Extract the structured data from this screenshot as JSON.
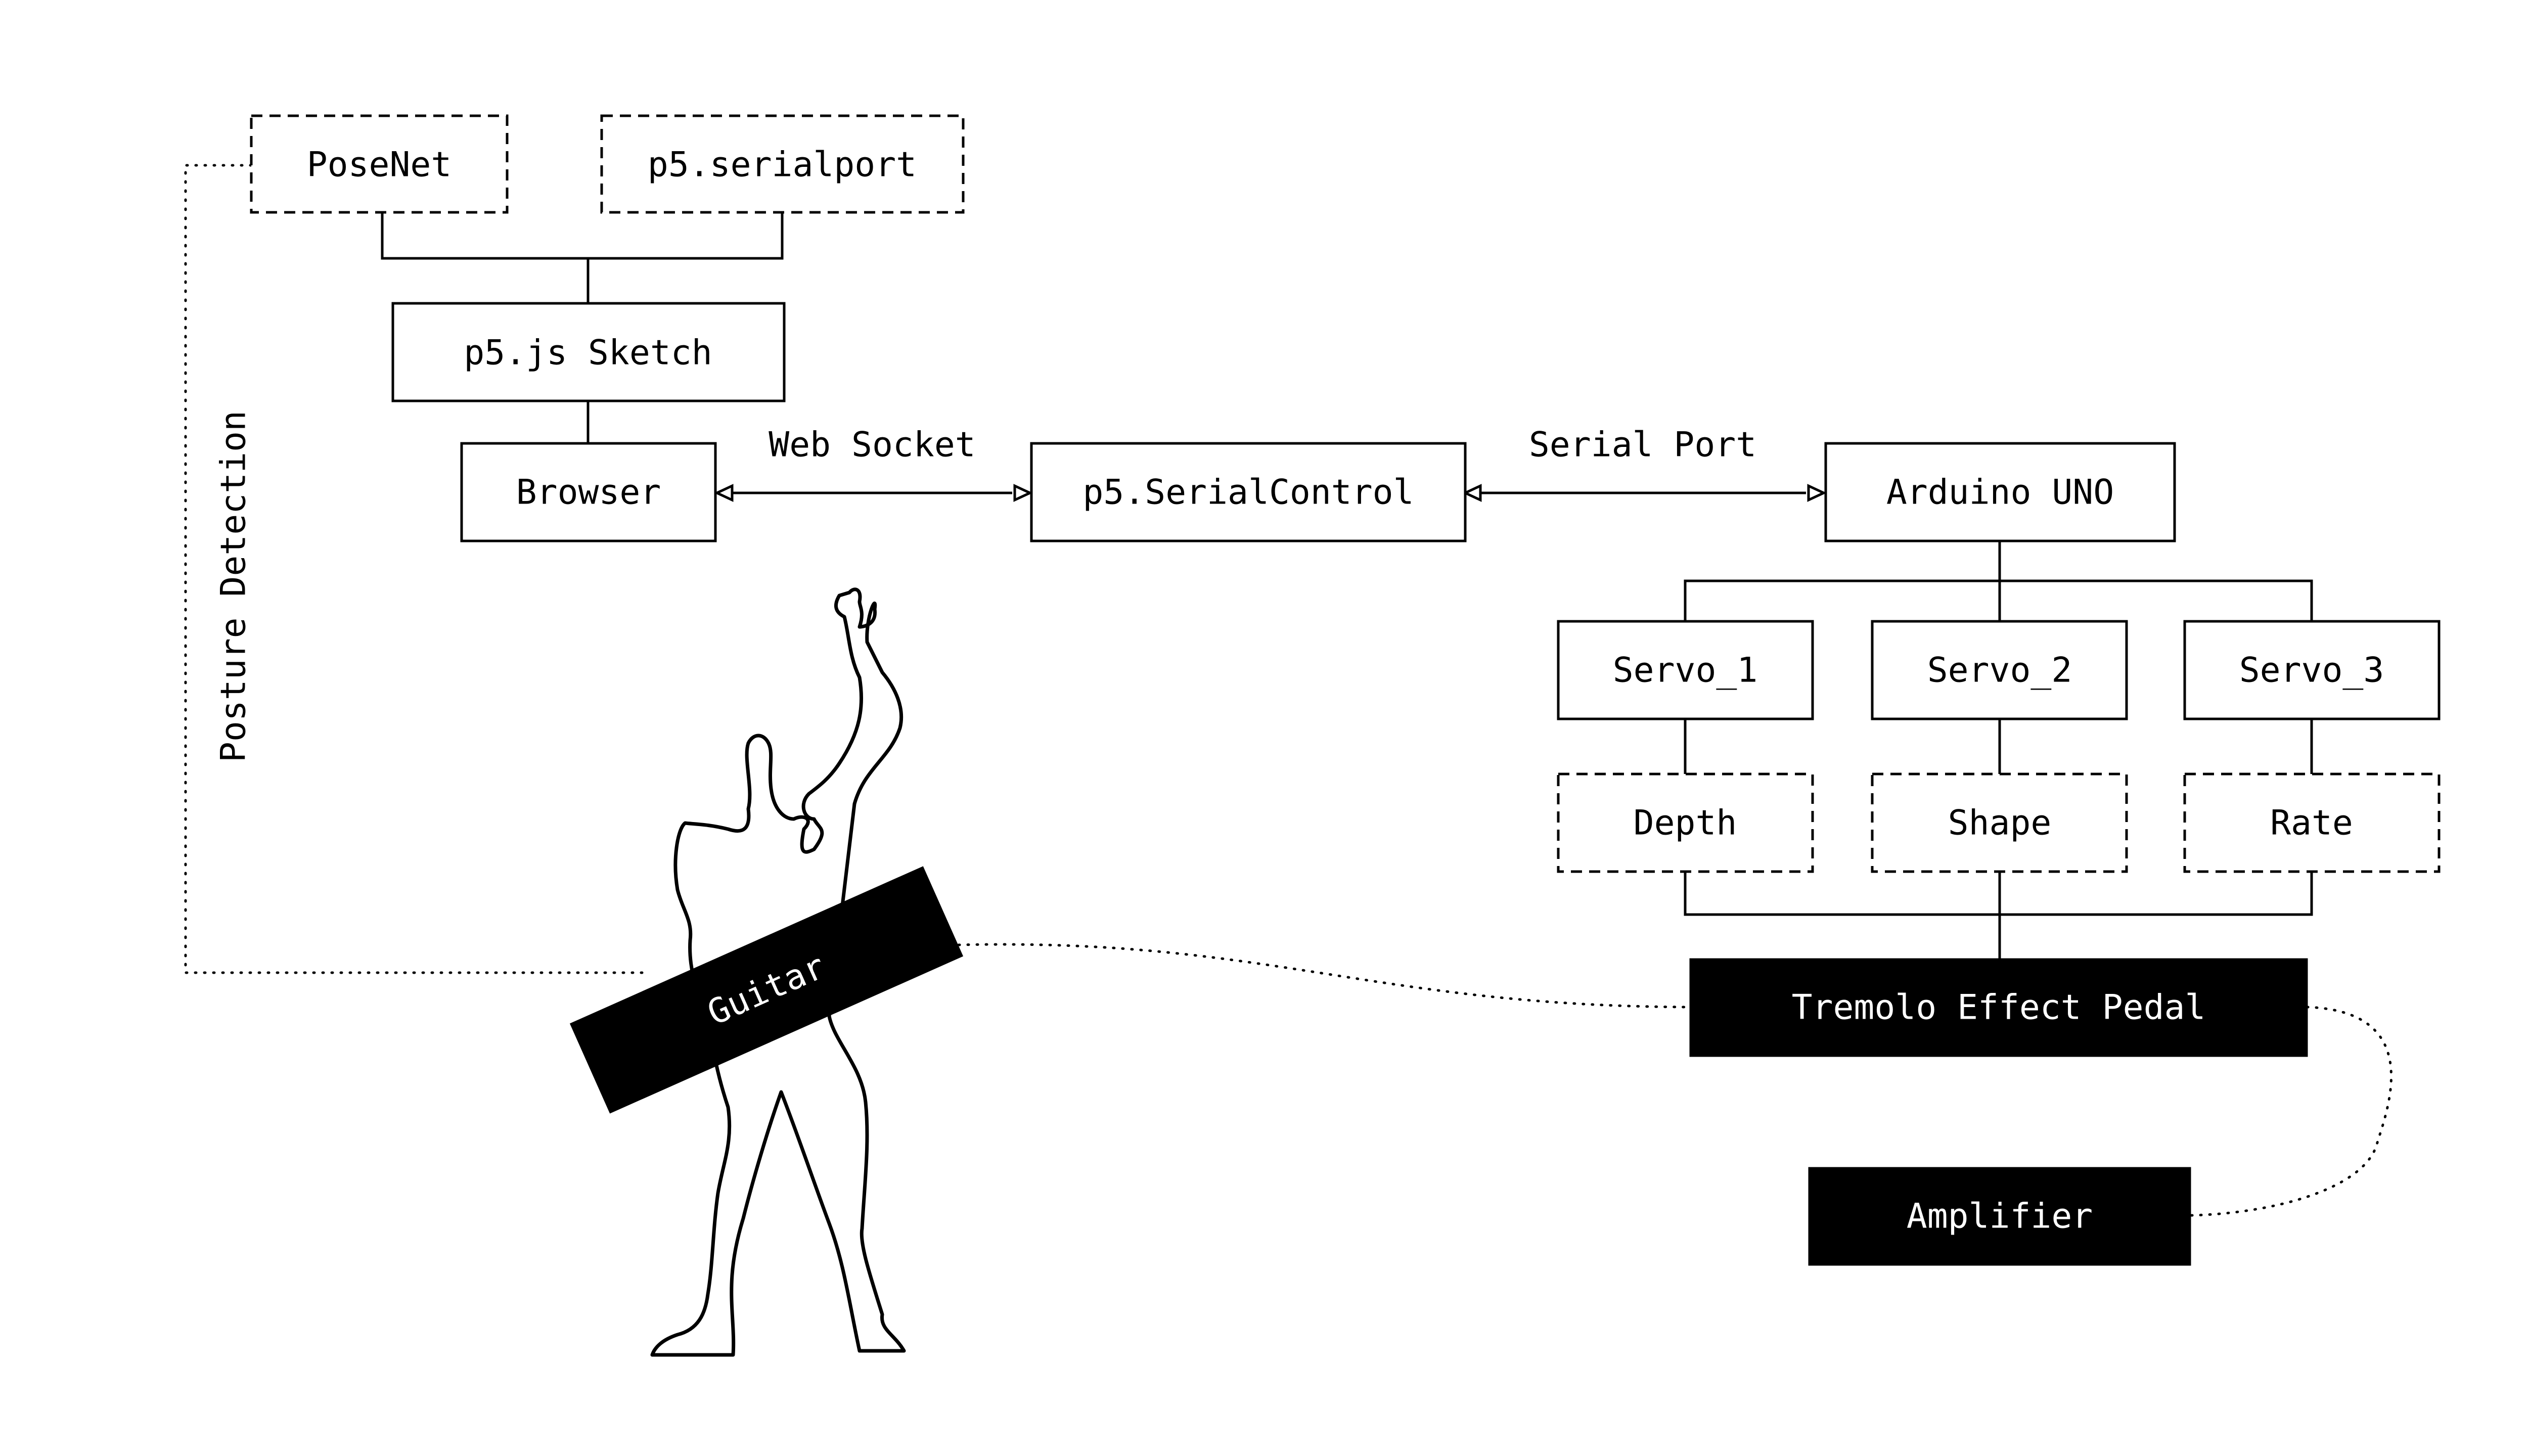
{
  "nodes": {
    "posenet": "PoseNet",
    "serialport_lib": "p5.serialport",
    "sketch": "p5.js Sketch",
    "browser": "Browser",
    "serial_control": "p5.SerialControl",
    "arduino": "Arduino UNO",
    "servo_1": "Servo_1",
    "servo_2": "Servo_2",
    "servo_3": "Servo_3",
    "depth": "Depth",
    "shape": "Shape",
    "rate": "Rate",
    "tremolo": "Tremolo Effect Pedal",
    "amplifier": "Amplifier",
    "guitar": "Guitar"
  },
  "edges": {
    "web_socket": "Web Socket",
    "serial_port": "Serial Port",
    "posture_detection": "Posture Detection"
  },
  "colors": {
    "stroke": "#000000",
    "background": "#ffffff",
    "filled_box": "#000000",
    "filled_text": "#ffffff"
  }
}
